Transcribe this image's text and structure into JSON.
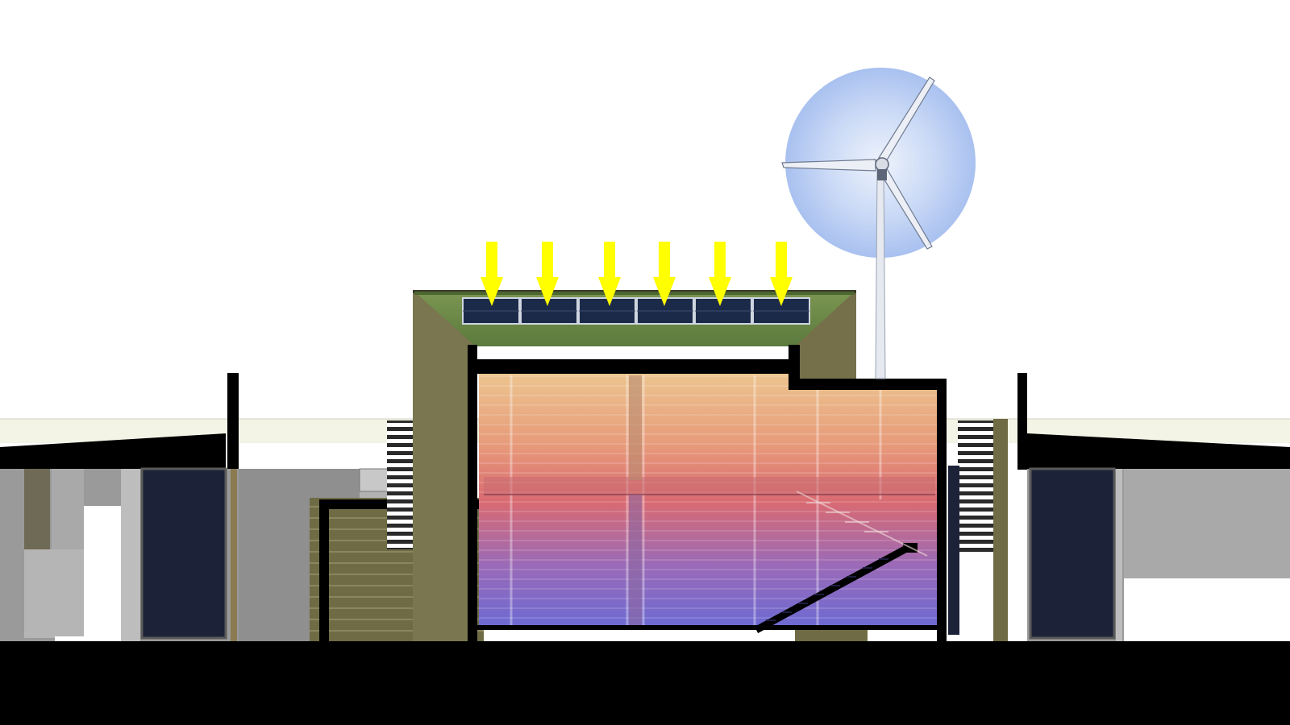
{
  "diagram": {
    "subject": "building-section-energy-diagram",
    "elements": {
      "sun_arrows": {
        "count": 6,
        "color": "#ffff00"
      },
      "solar_panels": {
        "count": 6,
        "color": "#1c2a4a"
      },
      "green_roof": {
        "color": "#6f8a4a"
      },
      "wind_turbine": {
        "blades": 3,
        "rotor_disc_color": "#b8cdf5"
      },
      "interior_gradient": {
        "top_color": "#e8b98a",
        "middle_color": "#d96a6a",
        "bottom_color": "#6a6ad0"
      },
      "ground": {
        "color": "#000000"
      },
      "cladding": {
        "color": "#6b6a44"
      }
    }
  }
}
